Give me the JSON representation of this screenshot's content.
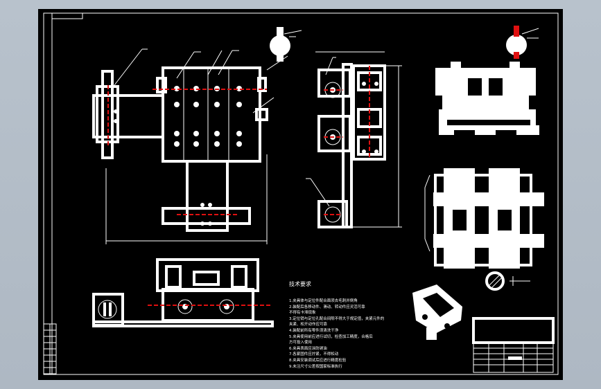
{
  "app": {
    "corner_label": "",
    "drawing_title_block": {
      "label": ""
    }
  },
  "technical_requirements": {
    "title": "技术要求",
    "lines": [
      "1.夹具体与定位件配合面须去毛刺并倒角",
      "2.装配后各移动件、滑动、转动件应灵活可靠",
      "  不得有卡滞现象",
      "3.定位销与定位孔配合间隙不得大于规定值，夹紧元件的",
      "  夹紧、松开动作应可靠",
      "4.装配前所有零件须清洗干净",
      "5.夹具使用前应进行试切，检查加工精度，合格后",
      "  方可投入使用",
      "6.夹具表面应涂防锈油",
      "7.各紧固件应拧紧，不得松动",
      "8.夹具安装调试后应进行精度检验",
      "9.未注尺寸公差按国家标准执行"
    ]
  },
  "colors": {
    "background": "#b8c2cc",
    "sheet": "#000000",
    "line": "#ffffff",
    "centerline": "#e01010"
  }
}
